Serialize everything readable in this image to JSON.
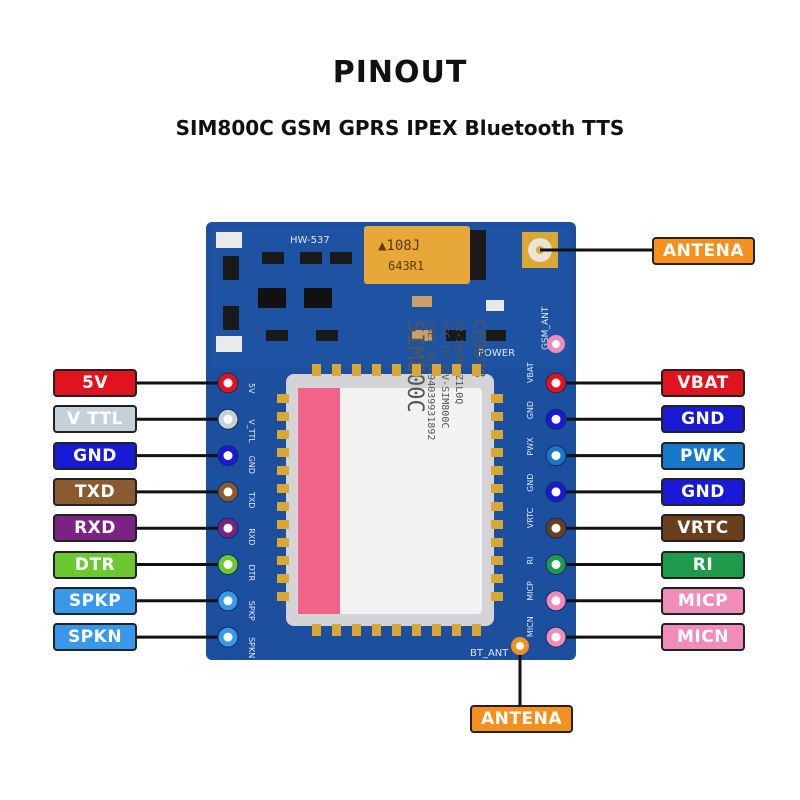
{
  "title": "PINOUT",
  "subtitle": "SIM800C GSM GPRS IPEX Bluetooth TTS",
  "board": {
    "silk_top": "HW-537",
    "capacitor": "108J",
    "capacitor_code": "643R1",
    "power": "POWER",
    "gsm_ant": "GSM_ANT",
    "bt_ant": "BT_ANT",
    "chip_name": "SIM800C",
    "chip_imei": "IMEI 861694039931892",
    "chip_fcc": "FCC ID UDV-SIM800C",
    "chip_s2": "S2-10686-Z1L0Q",
    "chip_ce": "CE0678",
    "left_silk": [
      "5V",
      "V_TTL",
      "GND",
      "TXD",
      "RXD",
      "DTR",
      "SPKP",
      "SPKN"
    ],
    "right_silk": [
      "VBAT",
      "GND",
      "PWX",
      "GND",
      "VRTC",
      "RI",
      "MICP",
      "MICN"
    ]
  },
  "left_pins": [
    {
      "label": "5V",
      "color": "#e0141e",
      "text_color": "#ffffff"
    },
    {
      "label": "V TTL",
      "color": "#c5d0d8",
      "text_color": "#ffffff"
    },
    {
      "label": "GND",
      "color": "#1a1ad6",
      "text_color": "#ffffff"
    },
    {
      "label": "TXD",
      "color": "#8a5a30",
      "text_color": "#ffffff"
    },
    {
      "label": "RXD",
      "color": "#7a2385",
      "text_color": "#ffffff"
    },
    {
      "label": "DTR",
      "color": "#6cc830",
      "text_color": "#ffffff"
    },
    {
      "label": "SPKP",
      "color": "#3a98ec",
      "text_color": "#ffffff"
    },
    {
      "label": "SPKN",
      "color": "#3a98ec",
      "text_color": "#ffffff"
    }
  ],
  "right_pins": [
    {
      "label": "VBAT",
      "color": "#e0141e",
      "text_color": "#ffffff"
    },
    {
      "label": "GND",
      "color": "#1a1ad6",
      "text_color": "#ffffff"
    },
    {
      "label": "PWK",
      "color": "#1877c8",
      "text_color": "#ffffff"
    },
    {
      "label": "GND",
      "color": "#1a1ad6",
      "text_color": "#ffffff"
    },
    {
      "label": "VRTC",
      "color": "#6a3f1e",
      "text_color": "#ffffff"
    },
    {
      "label": "RI",
      "color": "#1f9a4a",
      "text_color": "#ffffff"
    },
    {
      "label": "MICP",
      "color": "#f08cb8",
      "text_color": "#ffffff"
    },
    {
      "label": "MICN",
      "color": "#f08cb8",
      "text_color": "#ffffff"
    }
  ],
  "antennas": [
    {
      "label": "ANTENA",
      "color": "#f5901e",
      "text_color": "#ffffff"
    },
    {
      "label": "ANTENA",
      "color": "#f5901e",
      "text_color": "#ffffff"
    }
  ],
  "colors": {
    "pcb": "#1c4f9e",
    "pcb_dark": "#143b7c",
    "chip_shield": "#d4d4d8",
    "chip_label": "#f2f2f2",
    "chip_pink": "#f2638a",
    "capacitor": "#e8a838",
    "gold": "#d8a832"
  }
}
